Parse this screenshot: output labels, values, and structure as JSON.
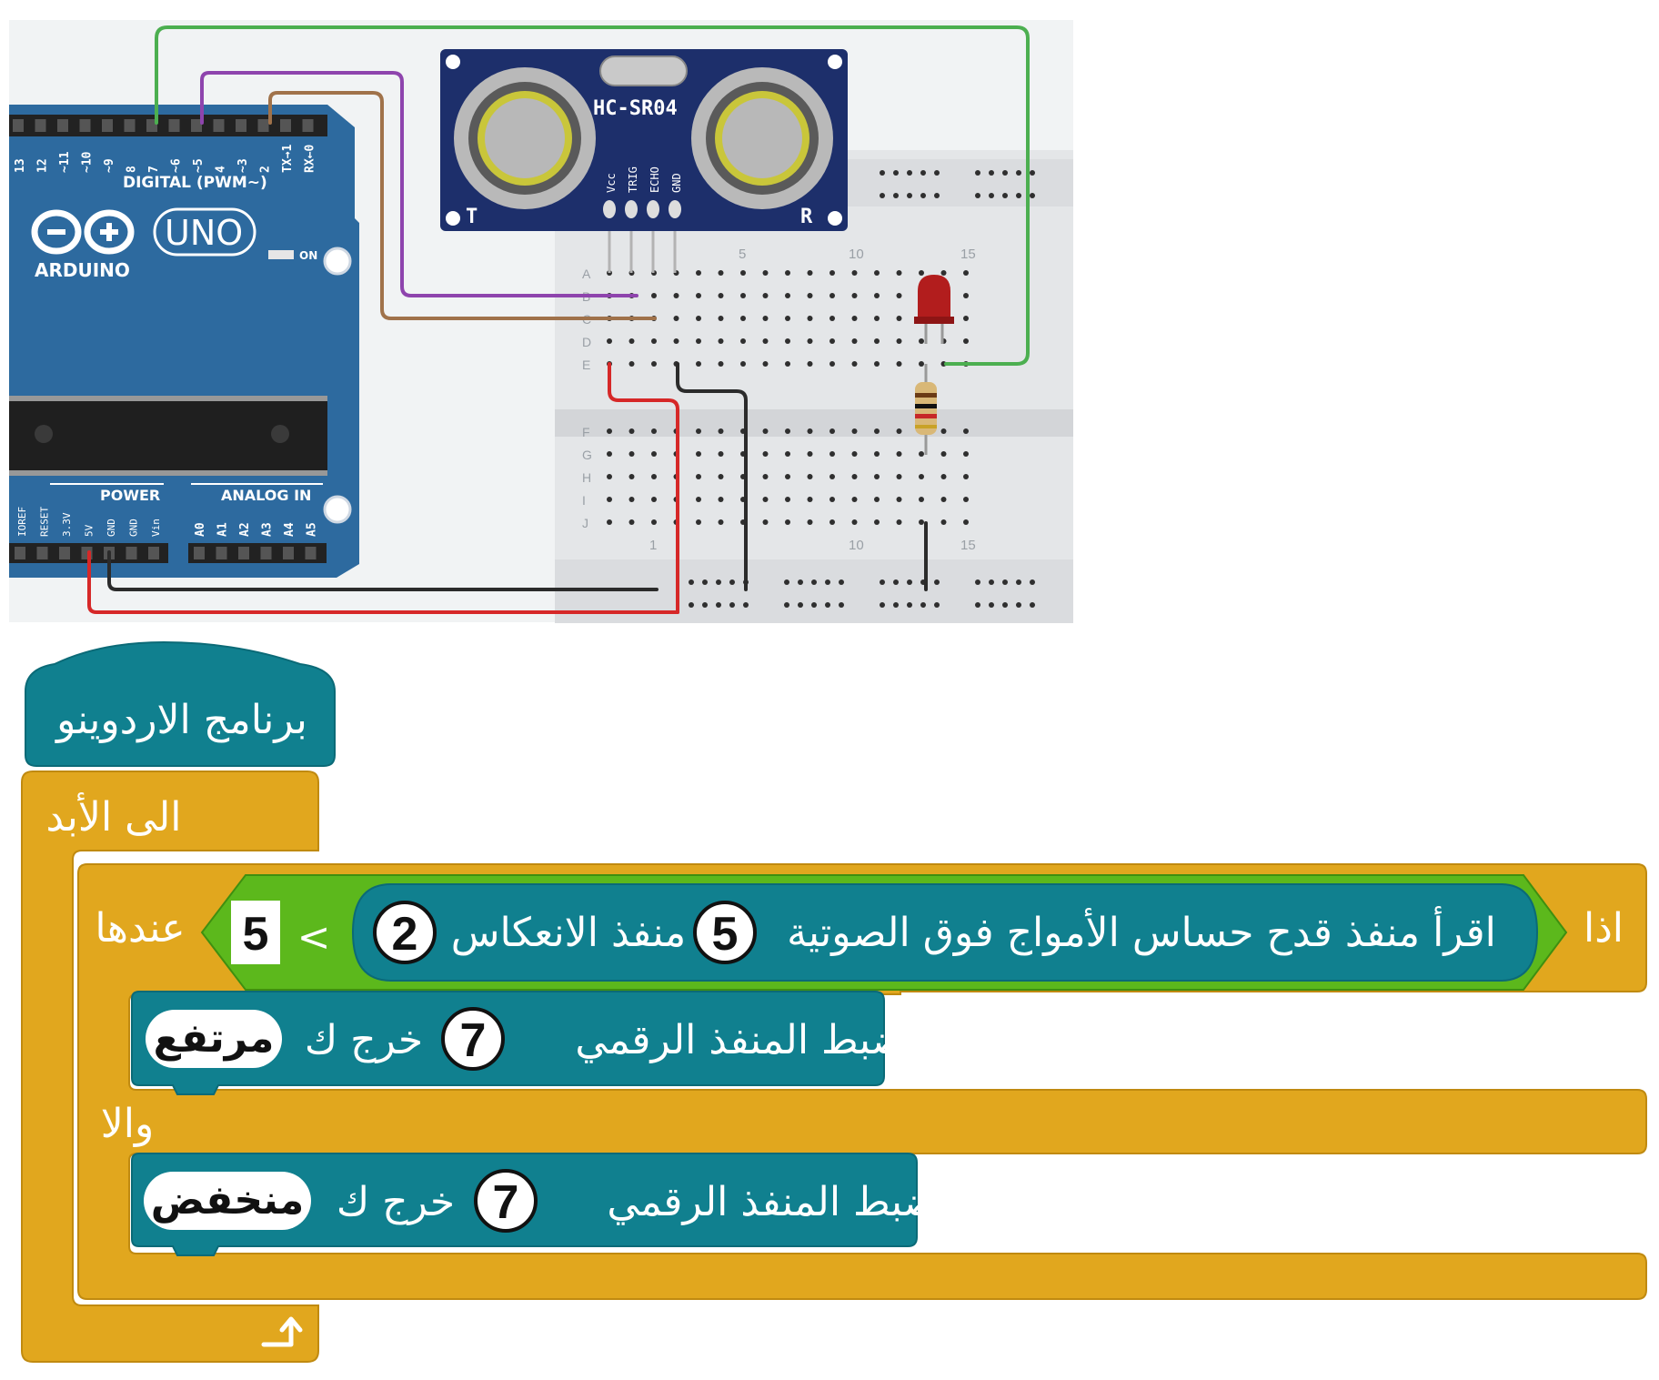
{
  "circuit": {
    "arduino": {
      "digital_pins": [
        "13",
        "12",
        "~11",
        "~10",
        "~9",
        "8",
        "7",
        "~6",
        "~5",
        "4",
        "~3",
        "2",
        "TX→1",
        "RX←0"
      ],
      "digital_label": "DIGITAL (PWM~)",
      "tx_label": "TX",
      "rx_label": "RX",
      "brand": "ARDUINO",
      "model": "UNO",
      "on_label": "ON",
      "power_label": "POWER",
      "analog_label": "ANALOG IN",
      "power_pins": [
        "IOREF",
        "RESET",
        "3.3V",
        "5V",
        "GND",
        "GND",
        "Vin"
      ],
      "analog_pins": [
        "A0",
        "A1",
        "A2",
        "A3",
        "A4",
        "A5"
      ]
    },
    "sensor": {
      "name": "HC-SR04",
      "pins": [
        "Vcc",
        "TRIG",
        "ECHO",
        "GND"
      ],
      "left_mark": "T",
      "right_mark": "R"
    },
    "breadboard": {
      "col_numbers": [
        "1",
        "5",
        "10",
        "15"
      ],
      "rows_top": [
        "A",
        "B",
        "C",
        "D",
        "E"
      ],
      "rows_bottom": [
        "F",
        "G",
        "H",
        "I",
        "J"
      ]
    },
    "wire_colors": {
      "green": "#4caf50",
      "purple": "#8e44ad",
      "brown": "#a0724a",
      "red": "#d62828",
      "black": "#2b2b2b"
    },
    "board_color": "#2d6a9f"
  },
  "blocks": {
    "program_label": "برنامج الاردوينو",
    "forever_label": "الى الأبد",
    "if_label": "اذا",
    "then_label": "عندها",
    "else_label": "والا",
    "read_sensor_text": "اقرأ منفذ قدح حساس الأمواج فوق الصوتية",
    "trigger_pin": "5",
    "echo_text": "منفذ الانعكاس",
    "echo_pin": "2",
    "operator": "<",
    "compare_value": "5",
    "set_pin_text": "اضبط المنفذ الرقمي",
    "out_text": "خرج ك",
    "pin_value": "7",
    "high_label": "مرتفع",
    "low_label": "منخفض",
    "colors": {
      "control": "#e1a71e",
      "control_dark": "#c08a10",
      "teal": "#10808f",
      "teal_dark": "#0b6a77",
      "green": "#5cb81c",
      "green_dark": "#3f8f10"
    }
  }
}
